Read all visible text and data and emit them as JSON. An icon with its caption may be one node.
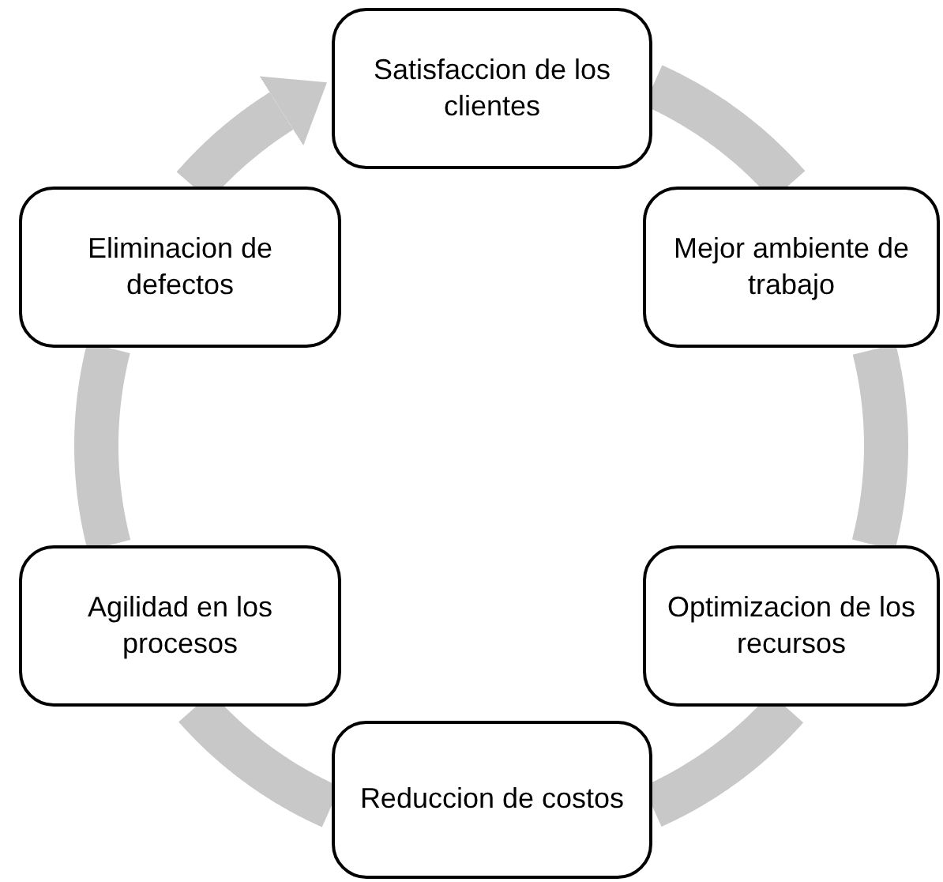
{
  "diagram": {
    "nodes": [
      {
        "text": [
          "Satisfaccion de los clientes"
        ]
      },
      {
        "text": [
          "Mejor ambiente de trabajo"
        ]
      },
      {
        "text": [
          "Optimizacion de los recursos"
        ]
      },
      {
        "text": [
          "Reduccion de costos"
        ]
      },
      {
        "text": [
          "Agilidad en los procesos"
        ]
      },
      {
        "text": [
          "Eliminacion de defectos"
        ]
      }
    ],
    "edges": [
      {
        "from": 0,
        "to": 1,
        "arrow": "none"
      },
      {
        "from": 1,
        "to": 2,
        "arrow": "none"
      },
      {
        "from": 2,
        "to": 3,
        "arrow": "none"
      },
      {
        "from": 3,
        "to": 4,
        "arrow": "none"
      },
      {
        "from": 4,
        "to": 5,
        "arrow": "none"
      },
      {
        "from": 5,
        "to": 0,
        "arrow": "to"
      }
    ]
  }
}
